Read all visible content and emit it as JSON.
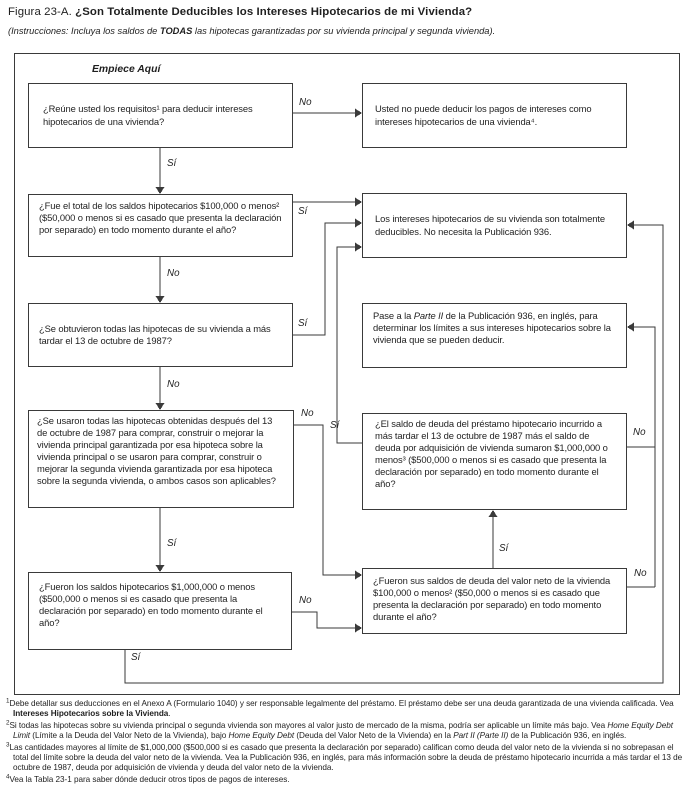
{
  "title": {
    "prefix": "Figura 23-A. ",
    "main": "¿Son Totalmente Deducibles los Intereses Hipotecarios de mi Vivienda?"
  },
  "subtitle": {
    "a": "(Instrucciones: Incluya los saldos de ",
    "b": "TODAS",
    "c": " las hipotecas garantizadas por su vivienda principal y segunda vivienda)."
  },
  "flow": {
    "start_label": "Empiece Aquí",
    "labels": {
      "si": "Sí",
      "no": "No"
    },
    "boxes": {
      "q_requisitos": "¿Reúne usted los requisitos¹ para deducir intereses hipotecarios de una vivienda?",
      "r_no_deducible": "Usted no puede deducir los pagos de intereses como intereses hipotecarios de una vivienda⁴.",
      "q_saldos_100k": "¿Fue el total de los saldos hipotecarios $100,000 o menos² ($50,000 o menos si es casado que presenta la declaración por separado) en todo momento durante el año?",
      "r_deducible": "Los intereses hipotecarios de su vivienda son totalmente deducibles. No necesita la Publicación 936.",
      "q_oct_1987": "¿Se obtuvieron todas las hipotecas de su vivienda a más tardar el 13 de octubre de 1987?",
      "r_parte2": {
        "a": "Pase a la ",
        "b": "Parte II",
        "c": " de la Publicación 936, en inglés, para determinar los límites a sus intereses hipotecarios sobre la vivienda que se pueden deducir."
      },
      "q_uso_hipotecas": "¿Se usaron todas las hipotecas obtenidas después del 13 de octubre de 1987 para comprar, construir o mejorar la vivienda principal garantizada por esa hipoteca sobre la vivienda principal o se usaron para comprar, construir o mejorar la segunda vivienda garantizada por esa hipoteca sobre la segunda vivienda, o ambos casos son aplicables?",
      "q_saldo_deuda_1987": "¿El saldo de deuda del préstamo hipotecario incurrido a más tardar el 13 de octubre de 1987 más el saldo de deuda por adquisición de vivienda sumaron $1,000,000 o menos³ ($500,000 o menos si es casado que presenta la declaración por separado) en todo momento durante el año?",
      "q_saldos_1m": "¿Fueron los saldos hipotecarios $1,000,000 o menos ($500,000 o menos si es casado que presenta la declaración por separado) en todo momento durante el año?",
      "q_valor_neto": "¿Fueron sus saldos de deuda del valor neto de la vivienda $100,000 o menos² ($50,000 o menos si es casado que presenta la declaración por separado) en todo momento durante el año?"
    }
  },
  "footnotes": {
    "f1": {
      "sup": "1",
      "a": "Debe detallar sus deducciones en el Anexo A (Formulario 1040) y ser responsable legalmente del préstamo. El préstamo debe ser una deuda garantizada de una vivienda calificada. Vea ",
      "b": "Intereses Hipotecarios sobre la Vivienda",
      "c": "."
    },
    "f2": {
      "sup": "2",
      "a": "Si todas las hipotecas sobre su vivienda principal o segunda vivienda son mayores al valor justo de mercado de la misma, podría ser aplicable un límite más bajo. Vea ",
      "b": "Home Equity Debt Limit",
      "c": " (Límite a la Deuda del Valor Neto de la Vivienda), bajo ",
      "d": "Home Equity Debt",
      "e": " (Deuda del Valor Neto de la Vivienda) en la ",
      "f": "Part II (Parte II)",
      "g": " de la Publicación 936, en inglés."
    },
    "f3": {
      "sup": "3",
      "text": "Las cantidades mayores al límite de $1,000,000 ($500,000 si es casado que presenta la declaración por separado) califican como deuda del valor neto de la vivienda si no sobrepasan el total del límite sobre la deuda del valor neto de la vivienda. Vea la Publicación 936, en inglés, para más información sobre la deuda de préstamo hipotecario incurrida a más tardar el 13 de octubre de 1987, deuda por adquisición de vivienda y deuda del valor neto de la vivienda."
    },
    "f4": {
      "sup": "4",
      "text": "Vea la Tabla 23-1 para saber dónde deducir otros tipos de pagos de intereses."
    }
  }
}
